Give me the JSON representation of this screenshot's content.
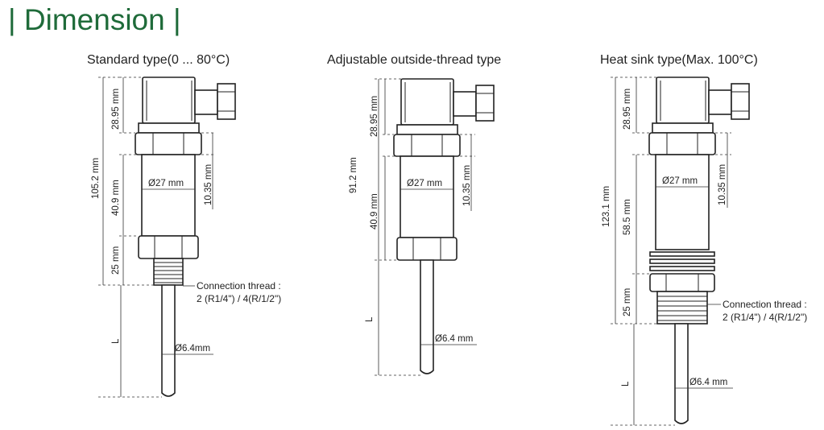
{
  "page": {
    "title": "Dimension"
  },
  "types": [
    {
      "title": "Standard type(0 ... 80°C)",
      "dims": {
        "head": "28.95 mm",
        "total": "105.2 mm",
        "body": "40.9 mm",
        "hex": "10.35 mm",
        "thread": "25 mm",
        "diameter": "Ø27 mm",
        "probe_dia": "Ø6.4mm",
        "length": "L"
      },
      "connection": [
        "Connection thread :",
        "2 (R1/4\") / 4(R/1/2\")"
      ]
    },
    {
      "title": "Adjustable outside-thread type",
      "dims": {
        "head": "28.95 mm",
        "total": "91.2 mm",
        "body": "40.9 mm",
        "hex": "10.35 mm",
        "diameter": "Ø27 mm",
        "probe_dia": "Ø6.4 mm",
        "length": "L"
      }
    },
    {
      "title": "Heat sink type(Max. 100°C)",
      "dims": {
        "head": "28.95 mm",
        "total": "123.1 mm",
        "body": "58.5 mm",
        "hex": "10.35 mm",
        "thread": "25 mm",
        "diameter": "Ø27 mm",
        "probe_dia": "Ø6.4 mm",
        "length": "L"
      },
      "connection": [
        "Connection thread :",
        "2 (R1/4\") / 4(R/1/2\")"
      ]
    }
  ]
}
